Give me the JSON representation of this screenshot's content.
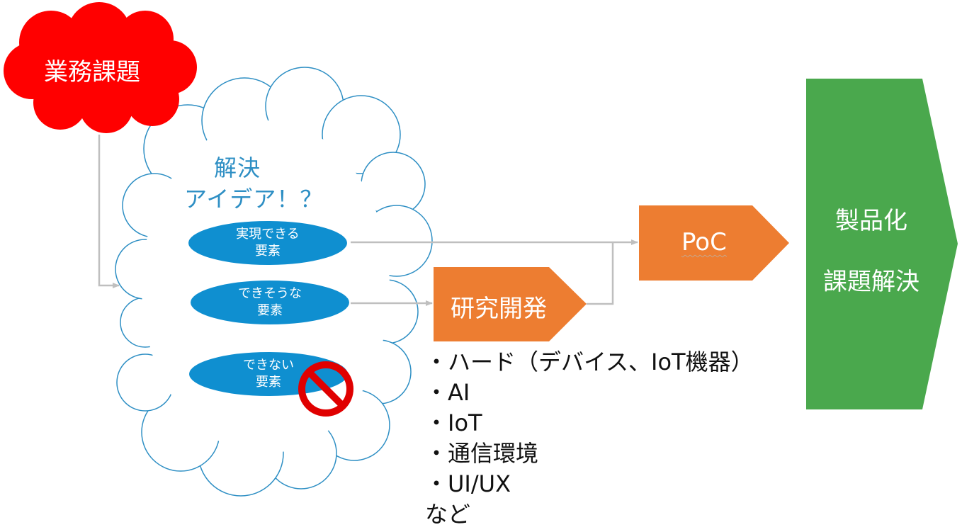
{
  "issue_cloud": {
    "label": "業務課題"
  },
  "idea_cloud": {
    "title_line1": "解決",
    "title_line2": "アイデア！？"
  },
  "elements": [
    {
      "line1": "実現できる",
      "line2": "要素"
    },
    {
      "line1": "できそうな",
      "line2": "要素"
    },
    {
      "line1": "できない",
      "line2": "要素"
    }
  ],
  "rnd": {
    "label": "研究開発"
  },
  "poc": {
    "label": "PoC"
  },
  "product": {
    "line1": "製品化",
    "line2": "課題解決"
  },
  "rnd_list": {
    "items": [
      "・ハード（デバイス、IoT機器）",
      "・AI",
      "・IoT",
      "・通信環境",
      "・UI/UX",
      "など"
    ]
  },
  "colors": {
    "issue_red": "#ff0000",
    "cloud_outline": "#2e8fc4",
    "element_blue": "#0f8fd0",
    "arrow_orange": "#ed7d31",
    "product_green": "#4aa84d",
    "connector_gray": "#bfbfbf",
    "prohibit_red": "#e00000"
  },
  "icons": {
    "prohibited": "prohibited-icon"
  }
}
